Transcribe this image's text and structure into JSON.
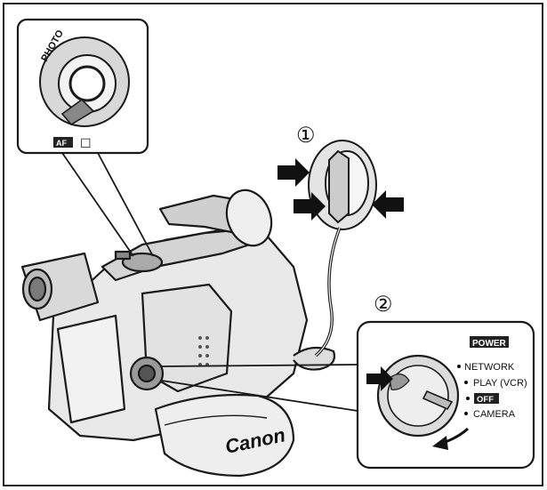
{
  "steps": {
    "step1": "①",
    "step2": "②"
  },
  "detail_switch": {
    "ring_text": "PHOTO",
    "left_mark": "AF",
    "right_mark": "☐"
  },
  "power_dial": {
    "power_tag": "POWER",
    "network": "NETWORK",
    "play": "PLAY (VCR)",
    "off_tag": "OFF",
    "camera": "CAMERA"
  },
  "brand": {
    "strap_logo": "Canon"
  },
  "colors": {
    "line": "#1a1a1a",
    "shade": "#bfbfbf",
    "light": "#e6e6e6"
  }
}
